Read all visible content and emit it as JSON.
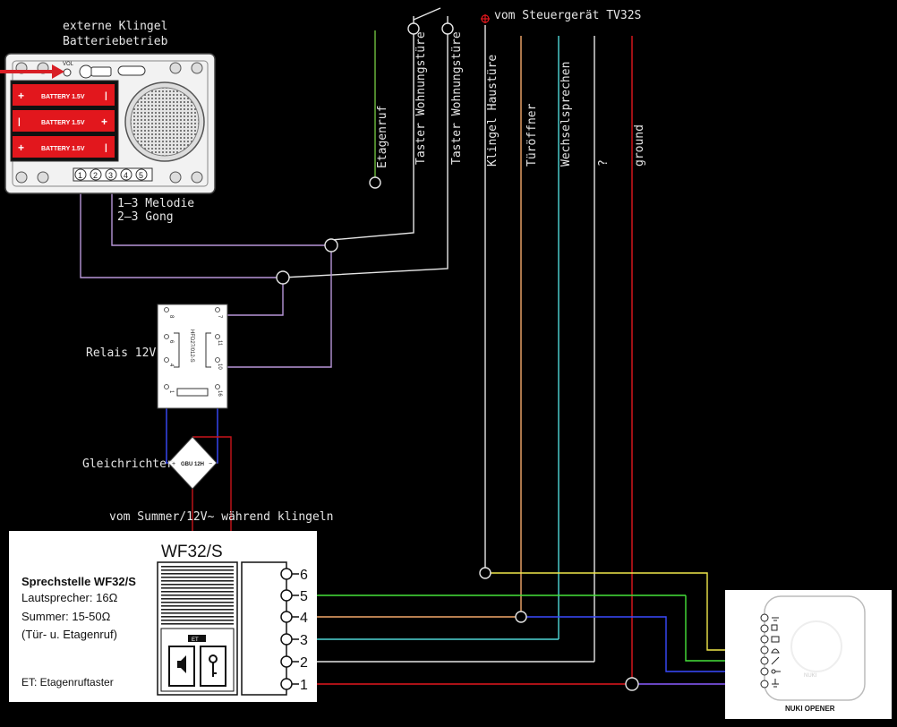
{
  "doorbell": {
    "title_line1": "externe Klingel",
    "title_line2": "Batteriebetrieb",
    "vol_label": "VOL",
    "battery_label": "BATTERY 1.5V",
    "terminals": [
      "1",
      "2",
      "3",
      "4",
      "5"
    ],
    "note_line1": "1–3 Melodie",
    "note_line2": "2–3 Gong"
  },
  "top_label": "vom Steuergerät TV32S",
  "wires": {
    "etagenruf": "Etagenruf",
    "taster1": "Taster Wohnungstüre",
    "taster2": "Taster Wohnungstüre",
    "klingel": "Klingel Haustüre",
    "tueroeffner": "Türöffner",
    "wechsel": "Wechselsprechen",
    "unknown": "?",
    "ground": "ground"
  },
  "relay": {
    "label": "Relais 12V",
    "part": "HFD27/012-S",
    "pins": [
      "8",
      "7",
      "6",
      "11",
      "4",
      "10",
      "1",
      "16"
    ]
  },
  "rectifier": {
    "label": "Gleichrichter",
    "part": "GBU 12H"
  },
  "summer_label": "vom Summer/12V~ während klingeln",
  "station": {
    "model": "WF32/S",
    "title": "Sprechstelle WF32/S",
    "line1": "Lautsprecher: 16Ω",
    "line2": "Summer: 15-50Ω",
    "line3": "(Tür- u. Etagenruf)",
    "footer": "ET: Etagenruftaster",
    "et_label": "ET",
    "terminals": [
      "6",
      "5",
      "4",
      "3",
      "2",
      "1"
    ]
  },
  "nuki": {
    "label": "NUKI OPENER",
    "logo": "NUKI"
  },
  "colors": {
    "purple": "#b796d8",
    "green": "#6fbf3f",
    "cyan": "#4fd6d6",
    "orange": "#f2a86b",
    "red": "#e2171d",
    "white": "#e6e6e6",
    "yellow": "#f0e84a",
    "blue": "#3a4bff",
    "bright_green": "#46e23a"
  }
}
